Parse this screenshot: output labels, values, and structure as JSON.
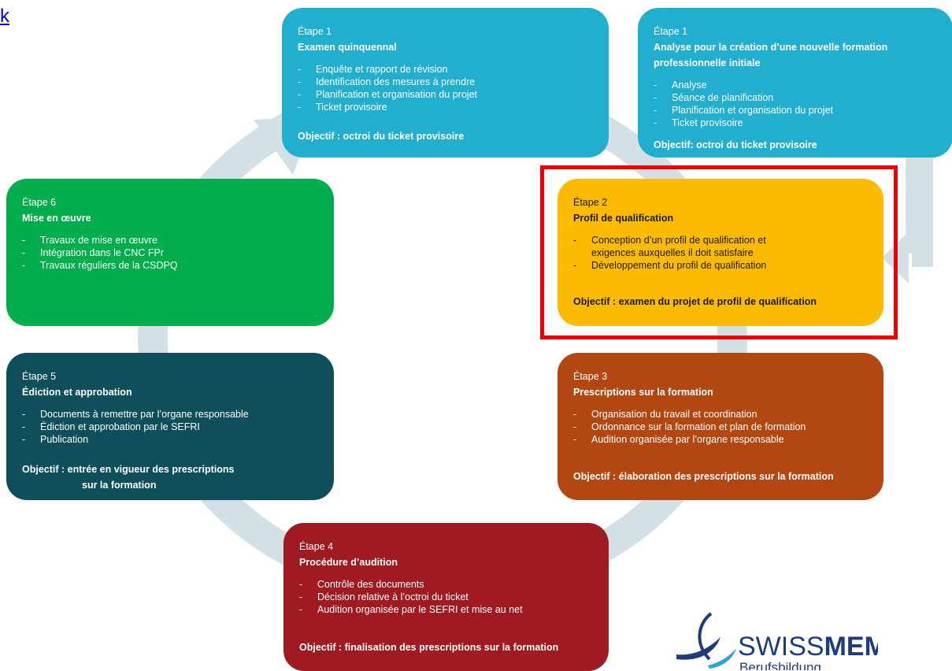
{
  "link_text": "k",
  "cards": {
    "step1_review": {
      "step": "Étape 1",
      "title": "Examen quinquennal",
      "items": [
        "Enquête et rapport de révision",
        "Identification des mesures à prendre",
        "Planification et organisation du projet",
        "Ticket provisoire"
      ],
      "objective": "Objectif : octroi du ticket provisoire"
    },
    "step1_new": {
      "step": "Étape 1",
      "title_line1": "Analyse pour la création d’une nouvelle formation",
      "title_line2": "professionnelle initiale",
      "items": [
        "Analyse",
        "Séance de planification",
        "Planification et organisation du projet",
        "Ticket provisoire"
      ],
      "objective": "Objectif: octroi du ticket provisoire"
    },
    "step2": {
      "step": "Étape 2",
      "title": "Profil de qualification",
      "item1_line1": "Conception d’un profil de qualification et",
      "item1_line2": "exigences auxquelles  il doit satisfaire",
      "item2": "Développement  du profil de qualification",
      "objective": "Objectif : examen du projet de profil de qualification"
    },
    "step3": {
      "step": "Étape 3",
      "title": "Prescriptions sur la formation",
      "items": [
        "Organisation du travail et coordination",
        "Ordonnance sur la formation et plan de formation",
        "Audition organisée par l’organe responsable"
      ],
      "objective": "Objectif : élaboration des prescriptions sur la formation"
    },
    "step4": {
      "step": "Étape 4",
      "title": "Procédure d’audition",
      "items": [
        "Contrôle des documents",
        "Décision relative à l’octroi du ticket",
        "Audition organisée par le SEFRI et mise au net"
      ],
      "objective": "Objectif : finalisation des prescriptions sur la formation"
    },
    "step5": {
      "step": "Étape 5",
      "title": "Édiction et approbation",
      "items": [
        "Documents à remettre par l’organe responsable",
        "Édiction et approbation par le SEFRI",
        "Publication"
      ],
      "objective_line1": "Objectif : entrée en vigueur des prescriptions",
      "objective_line2": "sur la formation"
    },
    "step6": {
      "step": "Étape 6",
      "title": "Mise en œuvre",
      "items": [
        "Travaux de mise en œuvre",
        "Intégration dans le CNC FPr",
        "Travaux réguliers de la CSDPQ"
      ]
    }
  },
  "logo": {
    "word_light": "SWISS",
    "word_bold": "MEM",
    "subtitle": "Berufsbildung"
  },
  "colors": {
    "step1": "#22aece",
    "step2": "#fdbb00",
    "step3": "#b34712",
    "step4": "#9f1a21",
    "step5": "#0f4f5c",
    "step6": "#02ad4c",
    "cycle_arrow": "#d3e0e6",
    "highlight": "#ee0000"
  }
}
